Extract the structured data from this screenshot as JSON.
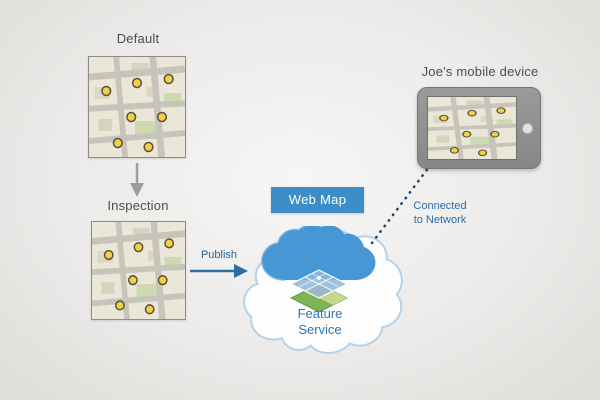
{
  "colors": {
    "background": "#eceae8",
    "accent_blue": "#3d8dc6",
    "cloud_blue": "#4697d3",
    "text_dark": "#4d4d4d",
    "text_blue": "#2d6ca6",
    "marker_yellow": "#f2cf4a"
  },
  "nodes": {
    "default_map": {
      "label": "Default"
    },
    "inspection_map": {
      "label": "Inspection"
    },
    "web_map": {
      "label": "Web Map"
    },
    "feature_service": {
      "label": "Feature Service"
    },
    "mobile_device": {
      "label": "Joe's mobile device"
    }
  },
  "edges": {
    "publish": {
      "label": "Publish"
    },
    "network": {
      "line1": "Connected",
      "line2": "to Network"
    }
  }
}
